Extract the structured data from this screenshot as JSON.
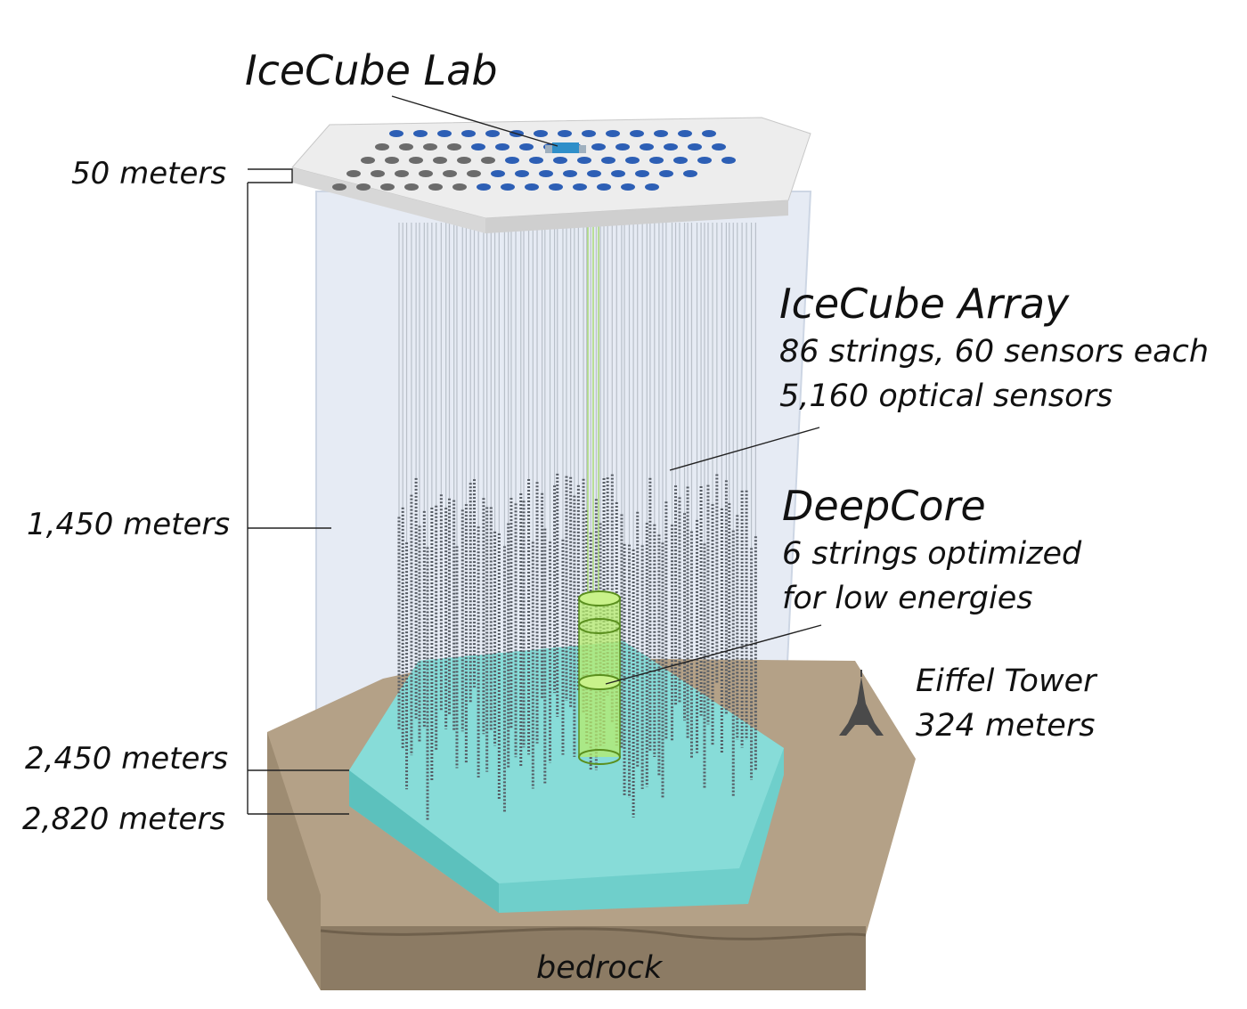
{
  "title": "IceCube Lab",
  "array": {
    "title": "IceCube Array",
    "line1": "86 strings, 60 sensors each",
    "line2": "5,160 optical sensors"
  },
  "deepcore": {
    "title": "DeepCore",
    "line1": "6 strings optimized",
    "line2": "for low energies"
  },
  "eiffel": {
    "line1": "Eiffel Tower",
    "line2": "324 meters"
  },
  "depths": {
    "d50": "50 meters",
    "d1450": "1,450 meters",
    "d2450": "2,450 meters",
    "d2820": "2,820 meters"
  },
  "bedrock": "bedrock",
  "colors": {
    "ice_volume": "#e3e9f3",
    "instrumented_ice": "#7fd8d3",
    "rock": "#b3a086",
    "rock_dark": "#8e7e68",
    "surface": "#eeeeee",
    "hole_blue": "#2d5fb5",
    "hole_gray": "#6b6b6b",
    "deepcore": "#a9ea62"
  }
}
